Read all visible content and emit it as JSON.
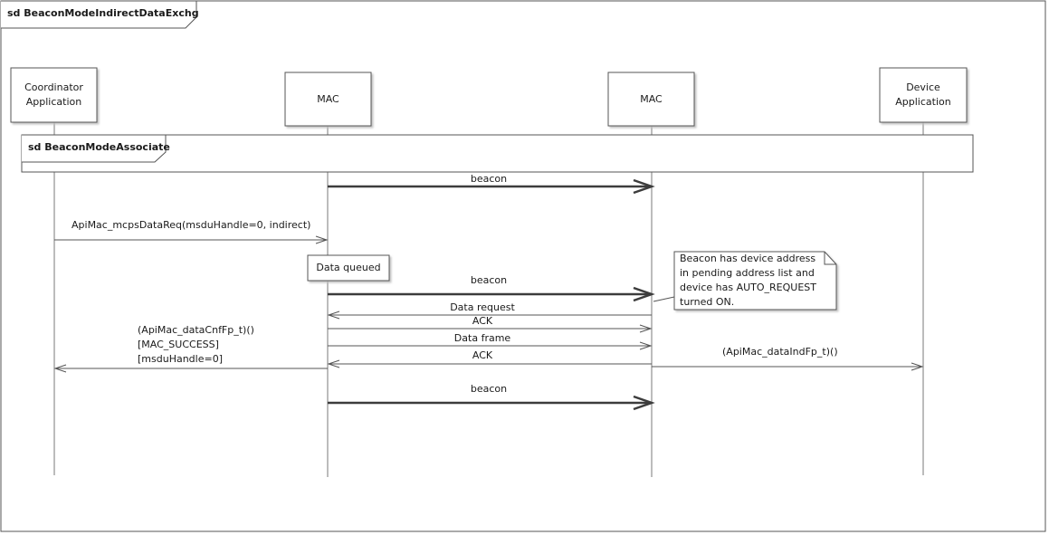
{
  "diagram": {
    "frame_title": "sd BeaconModeIndirectDataExchg",
    "lifelines": [
      {
        "id": "coord",
        "lines": [
          "Coordinator",
          "Application"
        ]
      },
      {
        "id": "mac1",
        "lines": [
          "MAC"
        ]
      },
      {
        "id": "mac2",
        "lines": [
          "MAC"
        ]
      },
      {
        "id": "device",
        "lines": [
          "Device",
          "Application"
        ]
      }
    ],
    "ref_fragment": {
      "label": "sd BeaconModeAssociate"
    },
    "messages": [
      {
        "id": "beacon1",
        "label": "beacon"
      },
      {
        "id": "data_req_api",
        "label": "ApiMac_mcpsDataReq(msduHandle=0, indirect)"
      },
      {
        "id": "beacon2",
        "label": "beacon"
      },
      {
        "id": "data_request",
        "label": "Data request"
      },
      {
        "id": "ack1",
        "label": "ACK"
      },
      {
        "id": "data_frame",
        "label": "Data frame"
      },
      {
        "id": "ack2",
        "label": "ACK"
      },
      {
        "id": "cnf",
        "label_lines": [
          "(ApiMac_dataCnfFp_t)()",
          "[MAC_SUCCESS]",
          "[msduHandle=0]"
        ]
      },
      {
        "id": "ind",
        "label": "(ApiMac_dataIndFp_t)()"
      },
      {
        "id": "beacon3",
        "label": "beacon"
      }
    ],
    "state_box": {
      "label": "Data queued"
    },
    "note": {
      "text": "Beacon has device address in pending address list and device has AUTO_REQUEST turned ON."
    },
    "colors": {
      "line": "#555555",
      "box_fill": "#ffffff",
      "shadow": "#bdbdbd",
      "text": "#1a1a1a"
    }
  }
}
